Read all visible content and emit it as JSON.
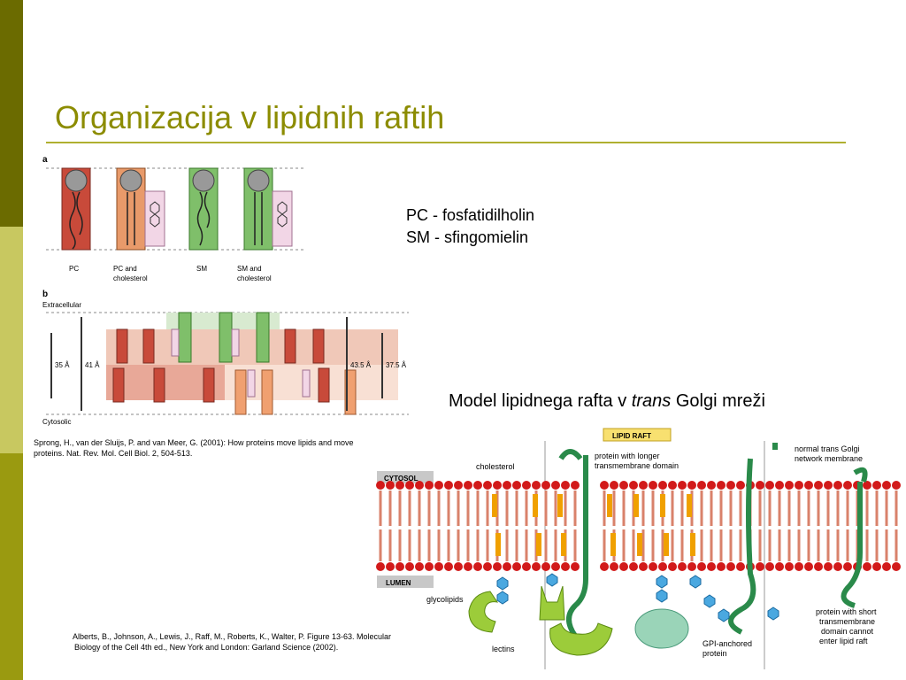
{
  "slide": {
    "title": "Organizacija v lipidnih raftih",
    "definitions": [
      "PC - fosfatidilholin",
      "SM - sfingomielin"
    ],
    "model_caption": {
      "prefix": "Model lipidnega rafta v ",
      "italic": "trans",
      "suffix": " Golgi mreži"
    },
    "citation1": "Sprong, H., van der Sluijs, P. and van Meer, G. (2001): How proteins move lipids and move proteins. Nat. Rev. Mol. Cell Biol. 2, 504-513.",
    "citation2_line1": "Alberts, B., Johnson, A., Lewis, J., Raff, M., Roberts, K., Walter, P. Figure 13-63. Molecular",
    "citation2_line2": "Biology of the Cell 4th ed.,  New York and London: Garland Science (2002)."
  },
  "figure_a": {
    "panel_label": "a",
    "labels": [
      "PC",
      "PC and\ncholesterol",
      "SM",
      "SM and\ncholesterol"
    ]
  },
  "figure_b": {
    "panel_label": "b",
    "extracellular": "Extracellular",
    "cytosolic": "Cytosolic",
    "dims": [
      "35 Å",
      "41 Å",
      "43.5 Å",
      "37.5 Å"
    ]
  },
  "raft_figure": {
    "lipid_raft": "LIPID RAFT",
    "cytosol": "CYTOSOL",
    "lumen": "LUMEN",
    "cholesterol": "cholesterol",
    "protein_longer": [
      "protein with longer",
      "transmembrane domain"
    ],
    "normal_trans": [
      "normal trans Golgi",
      "network membrane"
    ],
    "glycolipids": "glycolipids",
    "lectins": "lectins",
    "gpi": [
      "GPI-anchored",
      "protein"
    ],
    "protein_short": [
      "protein with short",
      "transmembrane",
      "domain cannot",
      "enter lipid raft"
    ]
  },
  "colors": {
    "accent": "#8c8c00",
    "pc_red": "#c84a3a",
    "sm_green": "#7fbf6a",
    "lipid_head": "#d21a1a",
    "tail": "#d9826b",
    "cholesterol": "#f0a000",
    "protein": "#2a8a4a",
    "glyco": "#4aa8e0",
    "lectin": "#9ccc3a"
  }
}
